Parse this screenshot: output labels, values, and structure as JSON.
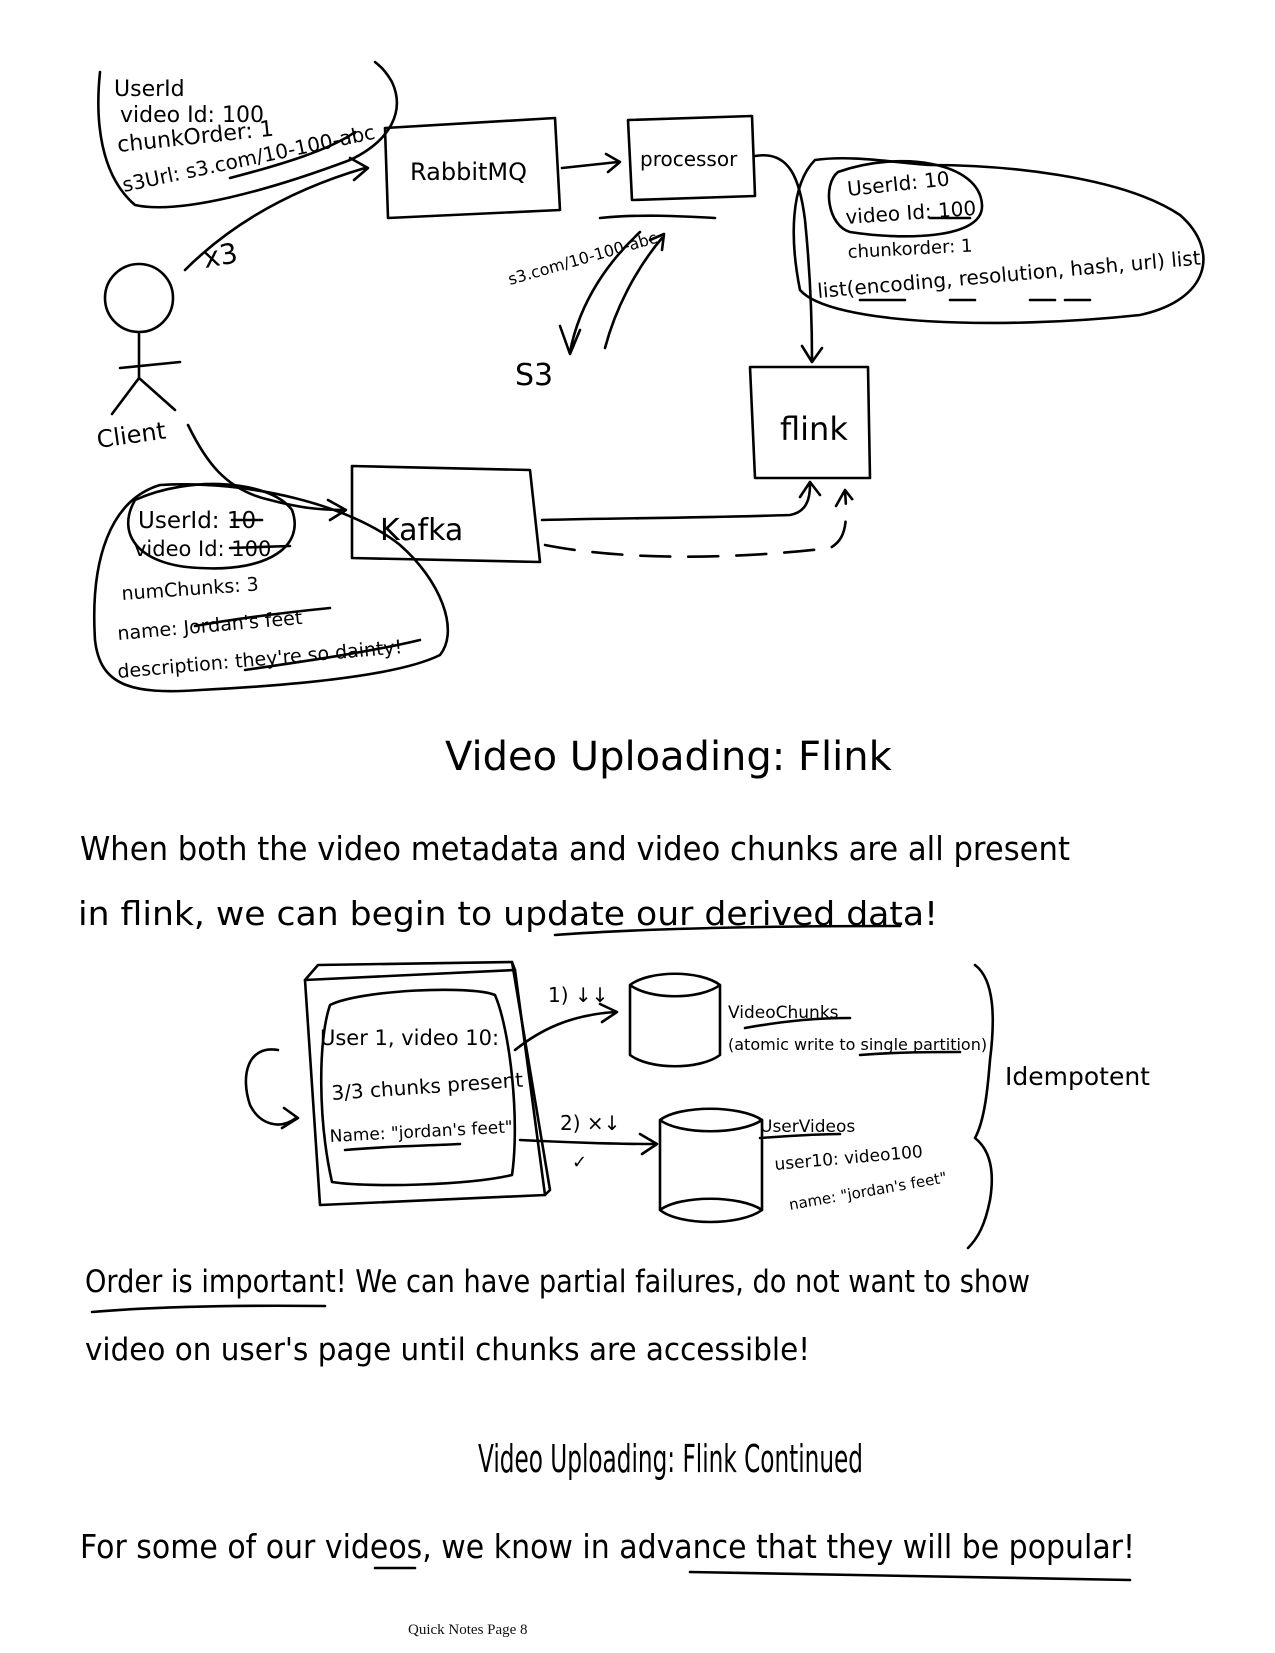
{
  "diagram_top": {
    "top_bubble": {
      "lines": [
        "UserId",
        "video Id: 100",
        "chunkOrder: 1",
        "s3Url: s3.com/10-100-abc"
      ]
    },
    "rabbitmq": "RabbitMQ",
    "processor": "processor",
    "s3_path": "s3.com/10-100-abc",
    "s3": "S3",
    "x3": "x3",
    "client": "Client",
    "right_bubble": {
      "line1": "UserId: 10",
      "line2": "video Id: 100",
      "line3": "chunkorder: 1",
      "line4": "list(encoding, resolution, hash, url) list"
    },
    "flink": "flink",
    "kafka": "Kafka",
    "bottom_bubble": {
      "line1": "UserId: 10",
      "line2": "video Id: 100",
      "line3": "numChunks: 3",
      "line4": "name: Jordan's feet",
      "line5": "description: they're so dainty!"
    }
  },
  "section1": {
    "title": "Video Uploading: Flink",
    "para_line1": "When both the video metadata and video chunks are all present",
    "para_line2": "in flink, we can begin to update our derived data!"
  },
  "diagram_mid": {
    "state_line1": "User 1, video 10:",
    "state_line2": "3/3 chunks present",
    "state_line3": "Name: \"jordan's feet\"",
    "step1": "1) ↓↓",
    "step2": "2) ×↓",
    "check": "✓",
    "db1_label": "VideoChunks",
    "db1_note": "(atomic write to single partition)",
    "db2_label": "UserVideos",
    "db2_line1": "user10: video100",
    "db2_line2": "name: \"jordan's feet\"",
    "idempotent": "Idempotent"
  },
  "order": {
    "line1": "Order is important! We can have partial failures, do not want to show",
    "line2": "video on user's page until chunks are accessible!"
  },
  "section2": {
    "title": "Video Uploading: Flink Continued",
    "para": "For some of our videos, we know in advance that they will be popular!"
  },
  "footer": "Quick Notes Page 8"
}
